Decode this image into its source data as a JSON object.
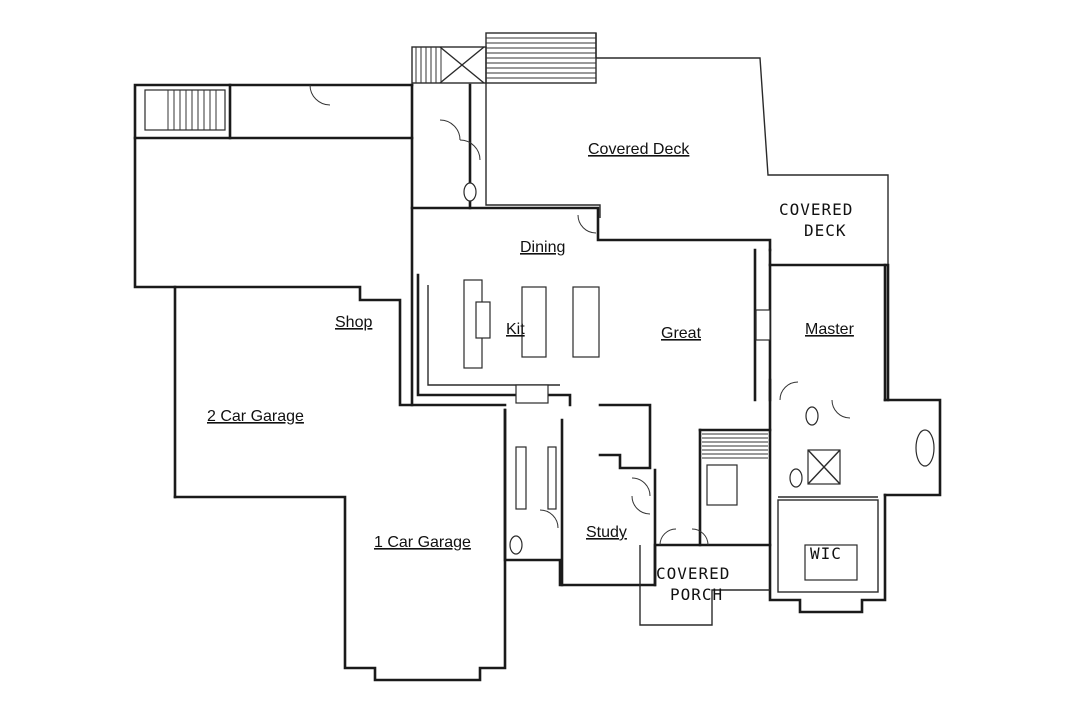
{
  "rooms": {
    "covered_deck": "Covered Deck",
    "covered_deck_2_line1": "COVERED",
    "covered_deck_2_line2": "DECK",
    "dining": "Dining",
    "kit": "Kit",
    "great": "Great",
    "master": "Master",
    "shop": "Shop",
    "garage_2car": "2 Car Garage",
    "garage_1car": "1 Car Garage",
    "study": "Study",
    "covered_porch_line1": "COVERED",
    "covered_porch_line2": "PORCH",
    "wic": "WIC"
  }
}
